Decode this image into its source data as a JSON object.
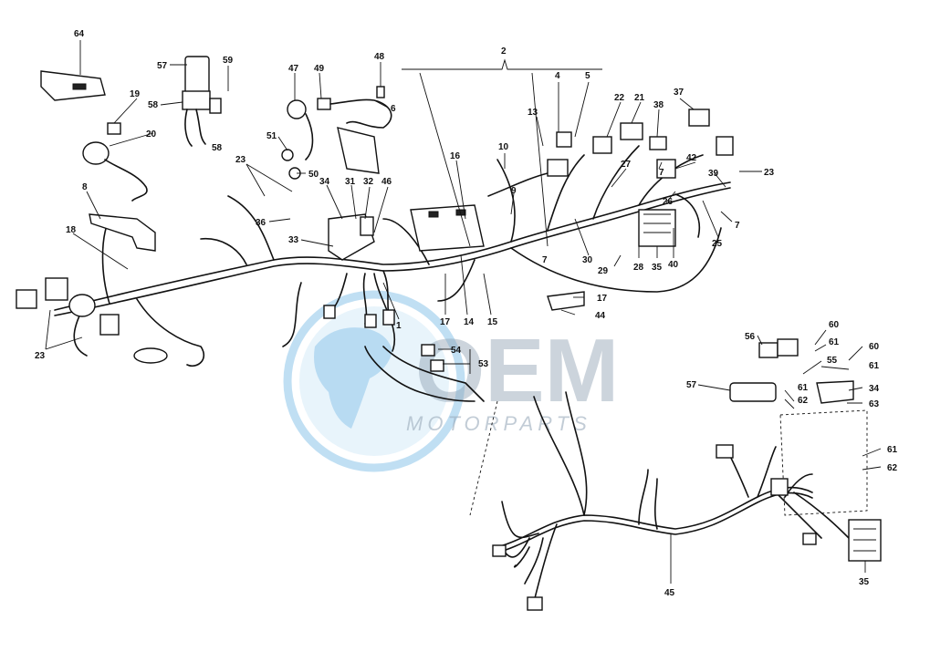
{
  "watermark": {
    "brand": "OEM",
    "sub": "MOTORPARTS",
    "globe_color": "#6fb3e0"
  },
  "callouts": [
    {
      "id": "c64",
      "text": "64"
    },
    {
      "id": "c57a",
      "text": "57"
    },
    {
      "id": "c59",
      "text": "59"
    },
    {
      "id": "c58a",
      "text": "58"
    },
    {
      "id": "c58b",
      "text": "58"
    },
    {
      "id": "c19",
      "text": "19"
    },
    {
      "id": "c20",
      "text": "20"
    },
    {
      "id": "c47",
      "text": "47"
    },
    {
      "id": "c49",
      "text": "49"
    },
    {
      "id": "c48",
      "text": "48"
    },
    {
      "id": "c6",
      "text": "6"
    },
    {
      "id": "c51",
      "text": "51"
    },
    {
      "id": "c50",
      "text": "50"
    },
    {
      "id": "c23a",
      "text": "23"
    },
    {
      "id": "c8",
      "text": "8"
    },
    {
      "id": "c36",
      "text": "36"
    },
    {
      "id": "c34a",
      "text": "34"
    },
    {
      "id": "c31",
      "text": "31"
    },
    {
      "id": "c32",
      "text": "32"
    },
    {
      "id": "c46",
      "text": "46"
    },
    {
      "id": "c33",
      "text": "33"
    },
    {
      "id": "c18",
      "text": "18"
    },
    {
      "id": "c23b",
      "text": "23"
    },
    {
      "id": "c1",
      "text": "1"
    },
    {
      "id": "c2",
      "text": "2"
    },
    {
      "id": "c4",
      "text": "4"
    },
    {
      "id": "c5",
      "text": "5"
    },
    {
      "id": "c13",
      "text": "13"
    },
    {
      "id": "c22",
      "text": "22"
    },
    {
      "id": "c21",
      "text": "21"
    },
    {
      "id": "c38",
      "text": "38"
    },
    {
      "id": "c37",
      "text": "37"
    },
    {
      "id": "c16",
      "text": "16"
    },
    {
      "id": "c10",
      "text": "10"
    },
    {
      "id": "c27",
      "text": "27"
    },
    {
      "id": "c7a",
      "text": "7"
    },
    {
      "id": "c42",
      "text": "42"
    },
    {
      "id": "c39",
      "text": "39"
    },
    {
      "id": "c23c",
      "text": "23"
    },
    {
      "id": "c9",
      "text": "9"
    },
    {
      "id": "c26",
      "text": "26"
    },
    {
      "id": "c7b",
      "text": "7"
    },
    {
      "id": "c7c",
      "text": "7"
    },
    {
      "id": "c25",
      "text": "25"
    },
    {
      "id": "c30",
      "text": "30"
    },
    {
      "id": "c28",
      "text": "28"
    },
    {
      "id": "c35a",
      "text": "35"
    },
    {
      "id": "c40",
      "text": "40"
    },
    {
      "id": "c29",
      "text": "29"
    },
    {
      "id": "c17a",
      "text": "17"
    },
    {
      "id": "c17b",
      "text": "17"
    },
    {
      "id": "c14",
      "text": "14"
    },
    {
      "id": "c15",
      "text": "15"
    },
    {
      "id": "c44",
      "text": "44"
    },
    {
      "id": "c54",
      "text": "54"
    },
    {
      "id": "c53",
      "text": "53"
    },
    {
      "id": "c56",
      "text": "56"
    },
    {
      "id": "c60a",
      "text": "60"
    },
    {
      "id": "c61a",
      "text": "61"
    },
    {
      "id": "c60b",
      "text": "60"
    },
    {
      "id": "c55",
      "text": "55"
    },
    {
      "id": "c61b",
      "text": "61"
    },
    {
      "id": "c57b",
      "text": "57"
    },
    {
      "id": "c61c",
      "text": "61"
    },
    {
      "id": "c62a",
      "text": "62"
    },
    {
      "id": "c34b",
      "text": "34"
    },
    {
      "id": "c63",
      "text": "63"
    },
    {
      "id": "c61d",
      "text": "61"
    },
    {
      "id": "c62b",
      "text": "62"
    },
    {
      "id": "c45",
      "text": "45"
    },
    {
      "id": "c35b",
      "text": "35"
    }
  ]
}
